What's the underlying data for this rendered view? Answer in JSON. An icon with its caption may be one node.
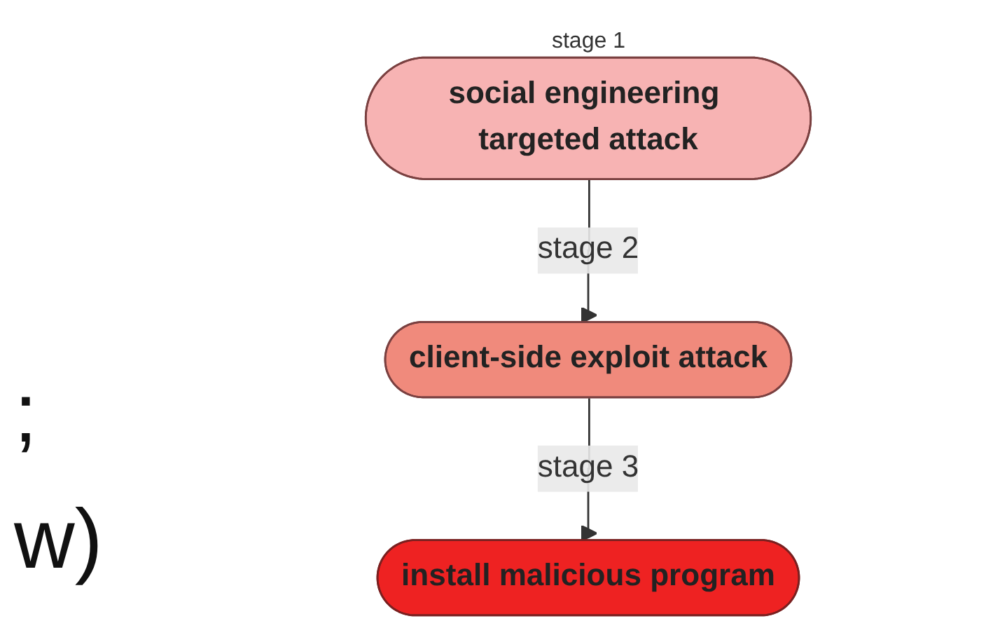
{
  "diagram": {
    "nodes": [
      {
        "text": [
          "social engineering targeted attack"
        ],
        "beside": [
          "stage 1"
        ]
      },
      {
        "text": [
          "client-side exploit attack"
        ]
      },
      {
        "text": [
          "install malicious program"
        ]
      }
    ],
    "edges": [
      {
        "from": 0,
        "to": 1,
        "arrow": "to",
        "label": "stage 2"
      },
      {
        "from": 1,
        "to": 2,
        "arrow": "to",
        "label": "stage 3"
      }
    ],
    "labels": [
      ";",
      "w)"
    ]
  }
}
